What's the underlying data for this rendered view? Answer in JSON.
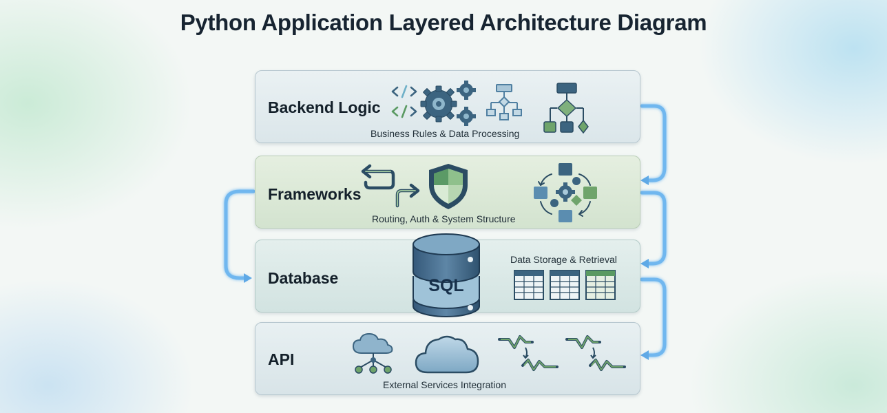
{
  "title": "Python Application Layered Architecture Diagram",
  "layers": [
    {
      "name": "Backend Logic",
      "description": "Business Rules & Data Processing"
    },
    {
      "name": "Frameworks",
      "description": "Routing, Auth & System Structure"
    },
    {
      "name": "Database",
      "description": "Data Storage & Retrieval",
      "db_label": "SQL"
    },
    {
      "name": "API",
      "description": "External Services Integration"
    }
  ],
  "colors": {
    "icon_dark": "#3c6480",
    "icon_mid": "#6f9ab4",
    "icon_green": "#5a9a62",
    "connector": "#6fb7ef"
  }
}
